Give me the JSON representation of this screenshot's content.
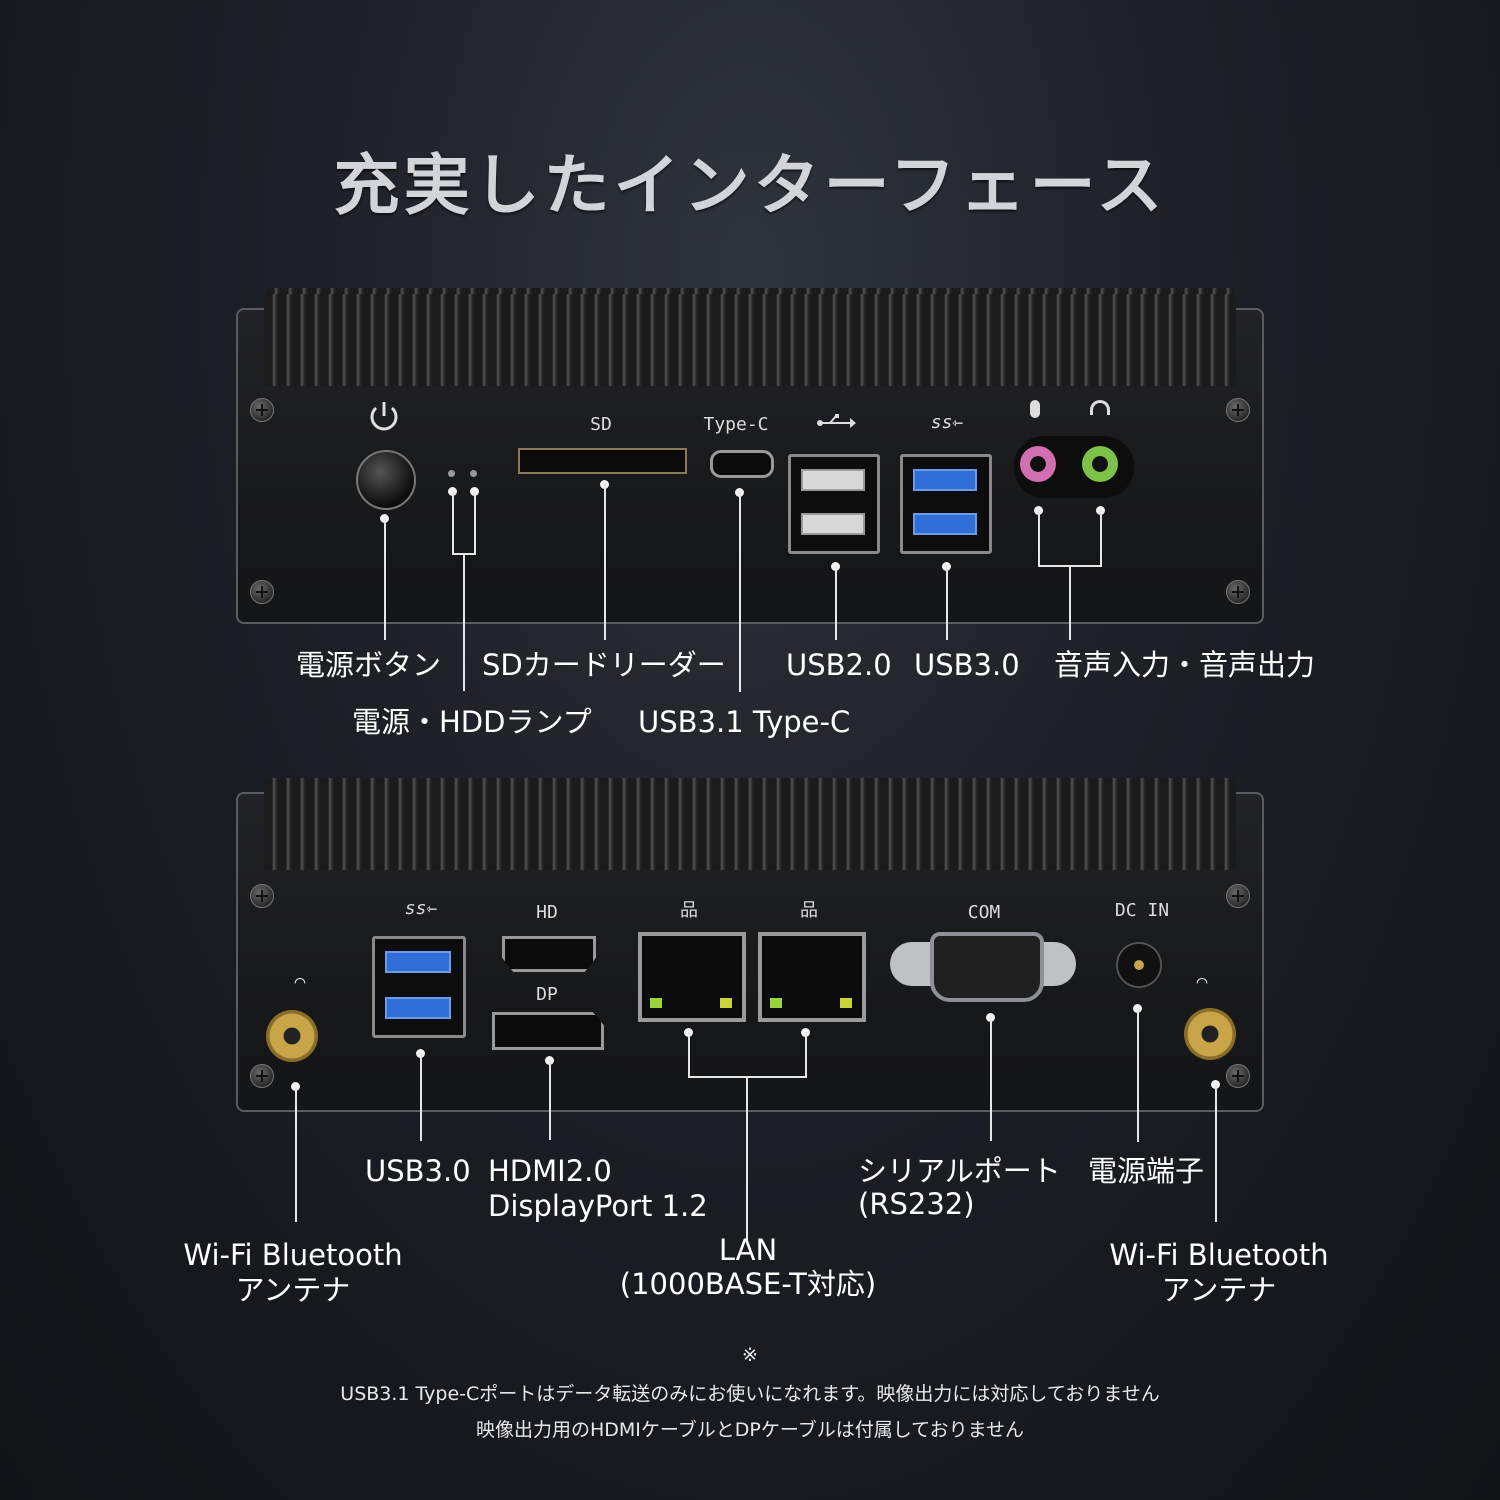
{
  "title": "充実したインターフェース",
  "front_panel": {
    "port_labels": {
      "sd": "SD",
      "typec": "Type-C"
    },
    "callouts": {
      "power_button": "電源ボタン",
      "power_hdd_lamp": "電源・HDDランプ",
      "sd_reader": "SDカードリーダー",
      "usb31_typec": "USB3.1 Type-C",
      "usb20": "USB2.0",
      "usb30": "USB3.0",
      "audio": "音声入力・音声出力"
    }
  },
  "rear_panel": {
    "port_labels": {
      "hd": "HD",
      "dp": "DP",
      "com": "COM",
      "dcin": "DC IN"
    },
    "callouts": {
      "usb30": "USB3.0",
      "hdmi": "HDMI2.0",
      "displayport": "DisplayPort 1.2",
      "lan": "LAN",
      "lan_sub": "(1000BASE-T対応)",
      "serial": "シリアルポート",
      "serial_sub": "(RS232)",
      "dc_power": "電源端子",
      "wifi_left_1": "Wi-Fi Bluetooth",
      "wifi_left_2": "アンテナ",
      "wifi_right_1": "Wi-Fi Bluetooth",
      "wifi_right_2": "アンテナ"
    }
  },
  "notes": {
    "mark": "※",
    "line1": "USB3.1 Type-Cポートはデータ転送のみにお使いになれます。映像出力には対応しておりません",
    "line2": "映像出力用のHDMIケーブルとDPケーブルは付属しておりません"
  },
  "colors": {
    "usb3_blue": "#2f6ed6",
    "mic_pink": "#d070b0",
    "headphone_green": "#7cc24a",
    "lan_led": "#9bd43a"
  }
}
